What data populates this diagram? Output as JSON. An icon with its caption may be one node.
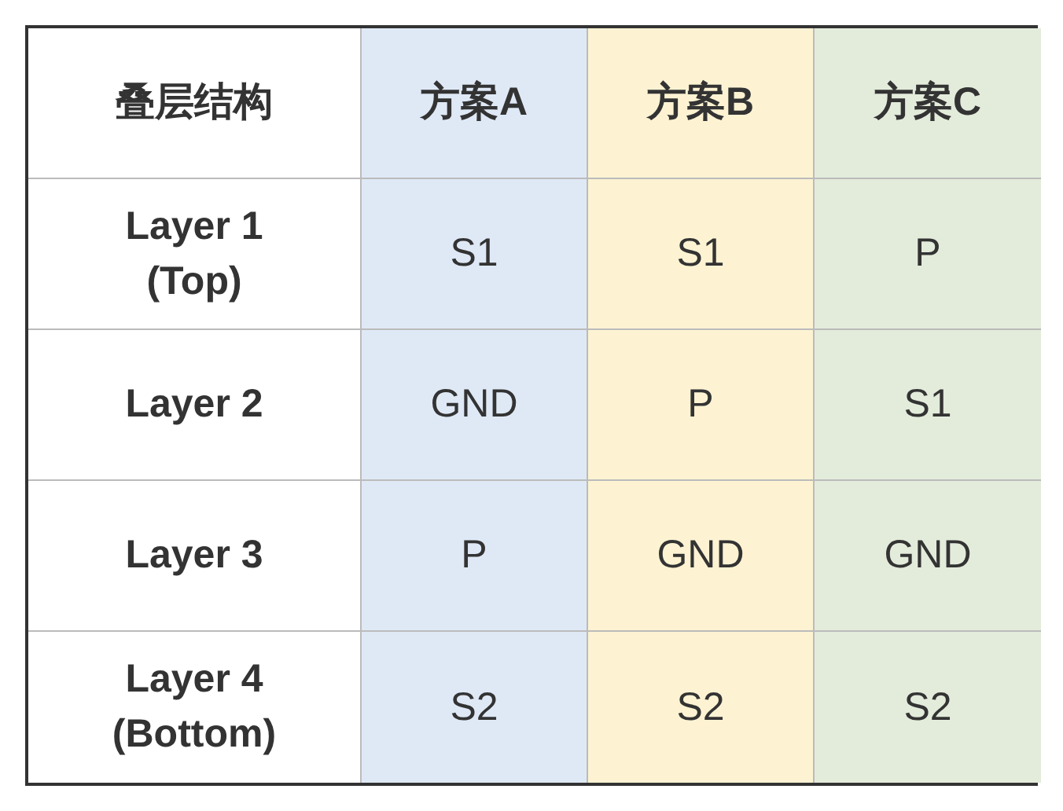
{
  "diagram": {
    "labels": [
      "叠层结构",
      "方案A",
      "方案B",
      "方案C",
      "Layer 1 (Top)",
      "S1",
      "S1",
      "P",
      "Layer 2",
      "GND",
      "P",
      "S1",
      "Layer 3",
      "P",
      "GND",
      "GND",
      "Layer 4 (Bottom)",
      "S2",
      "S2",
      "S2"
    ]
  }
}
